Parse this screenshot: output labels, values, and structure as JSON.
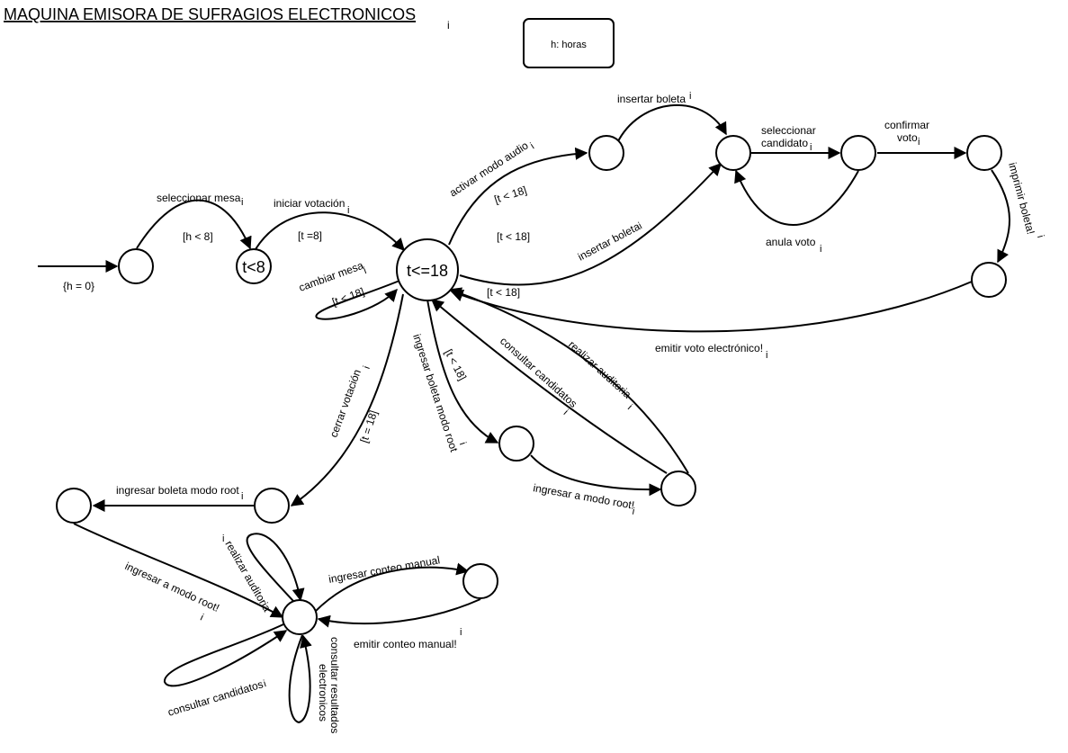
{
  "title": "MAQUINA EMISORA DE SUFRAGIOS ELECTRONICOS",
  "title_marker": "i",
  "legend_note": "h: horas",
  "states": {
    "s_t8": "t<8",
    "s_main": "t<=18"
  },
  "labels": {
    "init_guard": "{h = 0}",
    "seleccionar_mesa": "seleccionar mesa",
    "h_lt_8": "[h < 8]",
    "iniciar_votacion": "iniciar votación",
    "t_eq_8": "[t =8]",
    "cambiar_mesa": "cambiar mesa",
    "cambiar_mesa_guard": "[t < 18]",
    "activar_modo_audio": "activar modo audio",
    "activar_guard": "[t < 18]",
    "insertar_boleta_top": "insertar boleta",
    "insertar_boleta_mid": "insertar boleta",
    "insertar_guard": "[t < 18]",
    "seleccionar_candidato_1": "seleccionar",
    "seleccionar_candidato_2": "candidato",
    "confirmar_voto_1": "confirmar",
    "confirmar_voto_2": "voto",
    "anula_voto": "anula voto",
    "imprimir_boleta": "imprimir boleta!",
    "emitir_voto": "emitir voto electrónico!",
    "emitir_guard": "[t < 18]",
    "cerrar_votacion": "cerrar votación",
    "cerrar_guard": "[t = 18]",
    "ingresar_boleta_root": "ingresar boleta modo root",
    "ingresar_boleta_root_guard": "[t < 18]",
    "consultar_candidatos": "consultar candidatos",
    "realizar_auditoria": "realizar auditoria",
    "ingresar_modo_root_1": "ingresar a modo root!",
    "ingresar_boleta_root_2": "ingresar boleta modo root",
    "ingresar_modo_root_2": "ingresar a modo root!",
    "realizar_auditoria_2": "realizar auditoria",
    "ingresar_conteo_manual": "ingresar conteo manual",
    "emitir_conteo_manual": "emitir conteo manual!",
    "consultar_candidatos_2": "consultar candidatos",
    "consultar_resultados_1": "consultar resultados",
    "consultar_resultados_2": "electronicos",
    "marker": "i"
  }
}
